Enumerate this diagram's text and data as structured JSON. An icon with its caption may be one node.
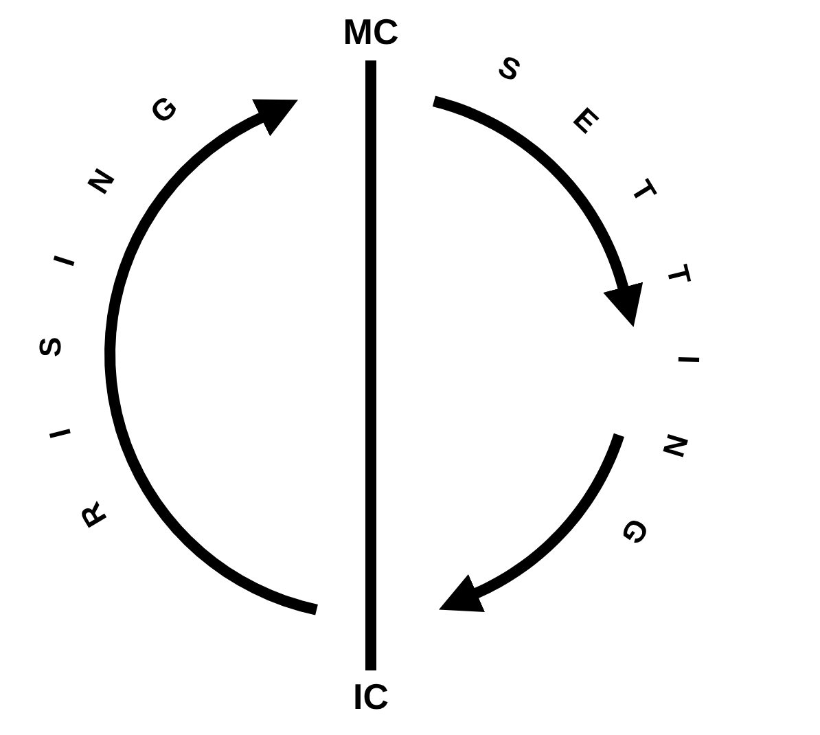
{
  "diagram": {
    "nodes": [
      {
        "text": [
          "MC"
        ]
      },
      {
        "text": [
          "IC"
        ]
      },
      {
        "text": [
          "SETTING"
        ]
      }
    ],
    "edges": [
      {
        "from": 0,
        "to": 1,
        "arrow": "none"
      },
      {
        "from": 1,
        "to": 0,
        "arrow": "to"
      },
      {
        "from": 0,
        "to": 2,
        "arrow": "to"
      },
      {
        "from": 2,
        "to": null,
        "arrow": "to"
      }
    ],
    "labels": [
      "RISING"
    ]
  }
}
